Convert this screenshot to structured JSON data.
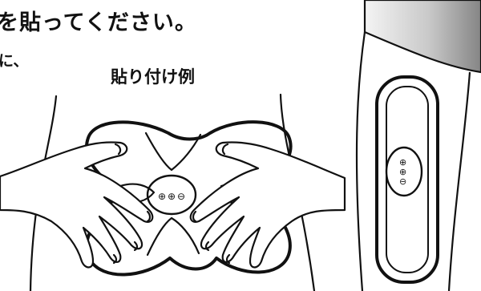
{
  "heading": "を貼ってください。",
  "subtext": "に、",
  "example_title": "貼り付け例",
  "device_buttons": [
    "⊕",
    "⊕",
    "⊖"
  ],
  "colors": {
    "ink": "#111111",
    "background": "#ffffff",
    "gradient_dark": "#8a8a8a",
    "gradient_light": "#f2f2f2"
  }
}
